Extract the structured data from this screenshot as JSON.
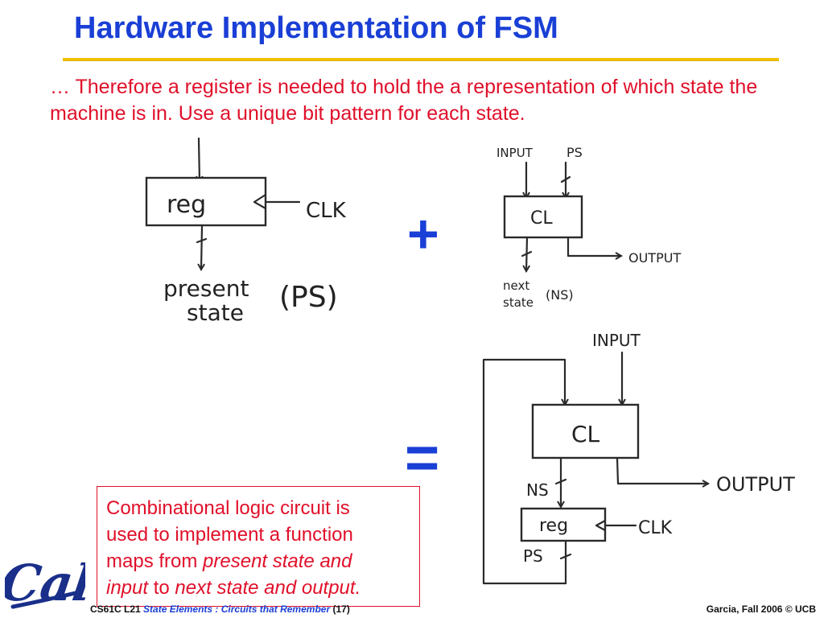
{
  "slide": {
    "title": "Hardware Implementation of FSM",
    "intro": "… Therefore a register is needed to hold the a representation of which state the machine is in.  Use a unique bit pattern for each state.",
    "plus_symbol": "+",
    "equals_symbol": "=",
    "callout": {
      "line1": "Combinational logic circuit is",
      "line2": "used to implement a function",
      "line3_plain": "maps from ",
      "line3_italic": "present state and",
      "line4_italic_a": "input",
      "line4_plain": " to ",
      "line4_italic_b": "next state and output."
    }
  },
  "diagrams": {
    "register": {
      "box_label": "reg",
      "clock_label": "CLK",
      "output_label_line1": "present",
      "output_label_line2": "state",
      "output_abbrev": "(PS)"
    },
    "combinational": {
      "input_label": "INPUT",
      "ps_label": "PS",
      "box_label": "CL",
      "output_label": "OUTPUT",
      "ns_label_line1": "next",
      "ns_label_line2": "state",
      "ns_abbrev": "(NS)"
    },
    "fsm": {
      "input_label": "INPUT",
      "cl_label": "CL",
      "output_label": "OUTPUT",
      "ns_label": "NS",
      "reg_label": "reg",
      "clock_label": "CLK",
      "ps_label": "PS"
    }
  },
  "logo": {
    "text": "Cal",
    "color": "#1a2f8a"
  },
  "footer": {
    "course": "CS61C L21",
    "lecture_title": "State Elements : Circuits that Remember",
    "page": "(17)",
    "credit": "Garcia, Fall 2006 © UCB"
  },
  "colors": {
    "title_blue": "#1a3fd6",
    "text_red": "#e0102a",
    "rule_gold": "#f2c200"
  }
}
